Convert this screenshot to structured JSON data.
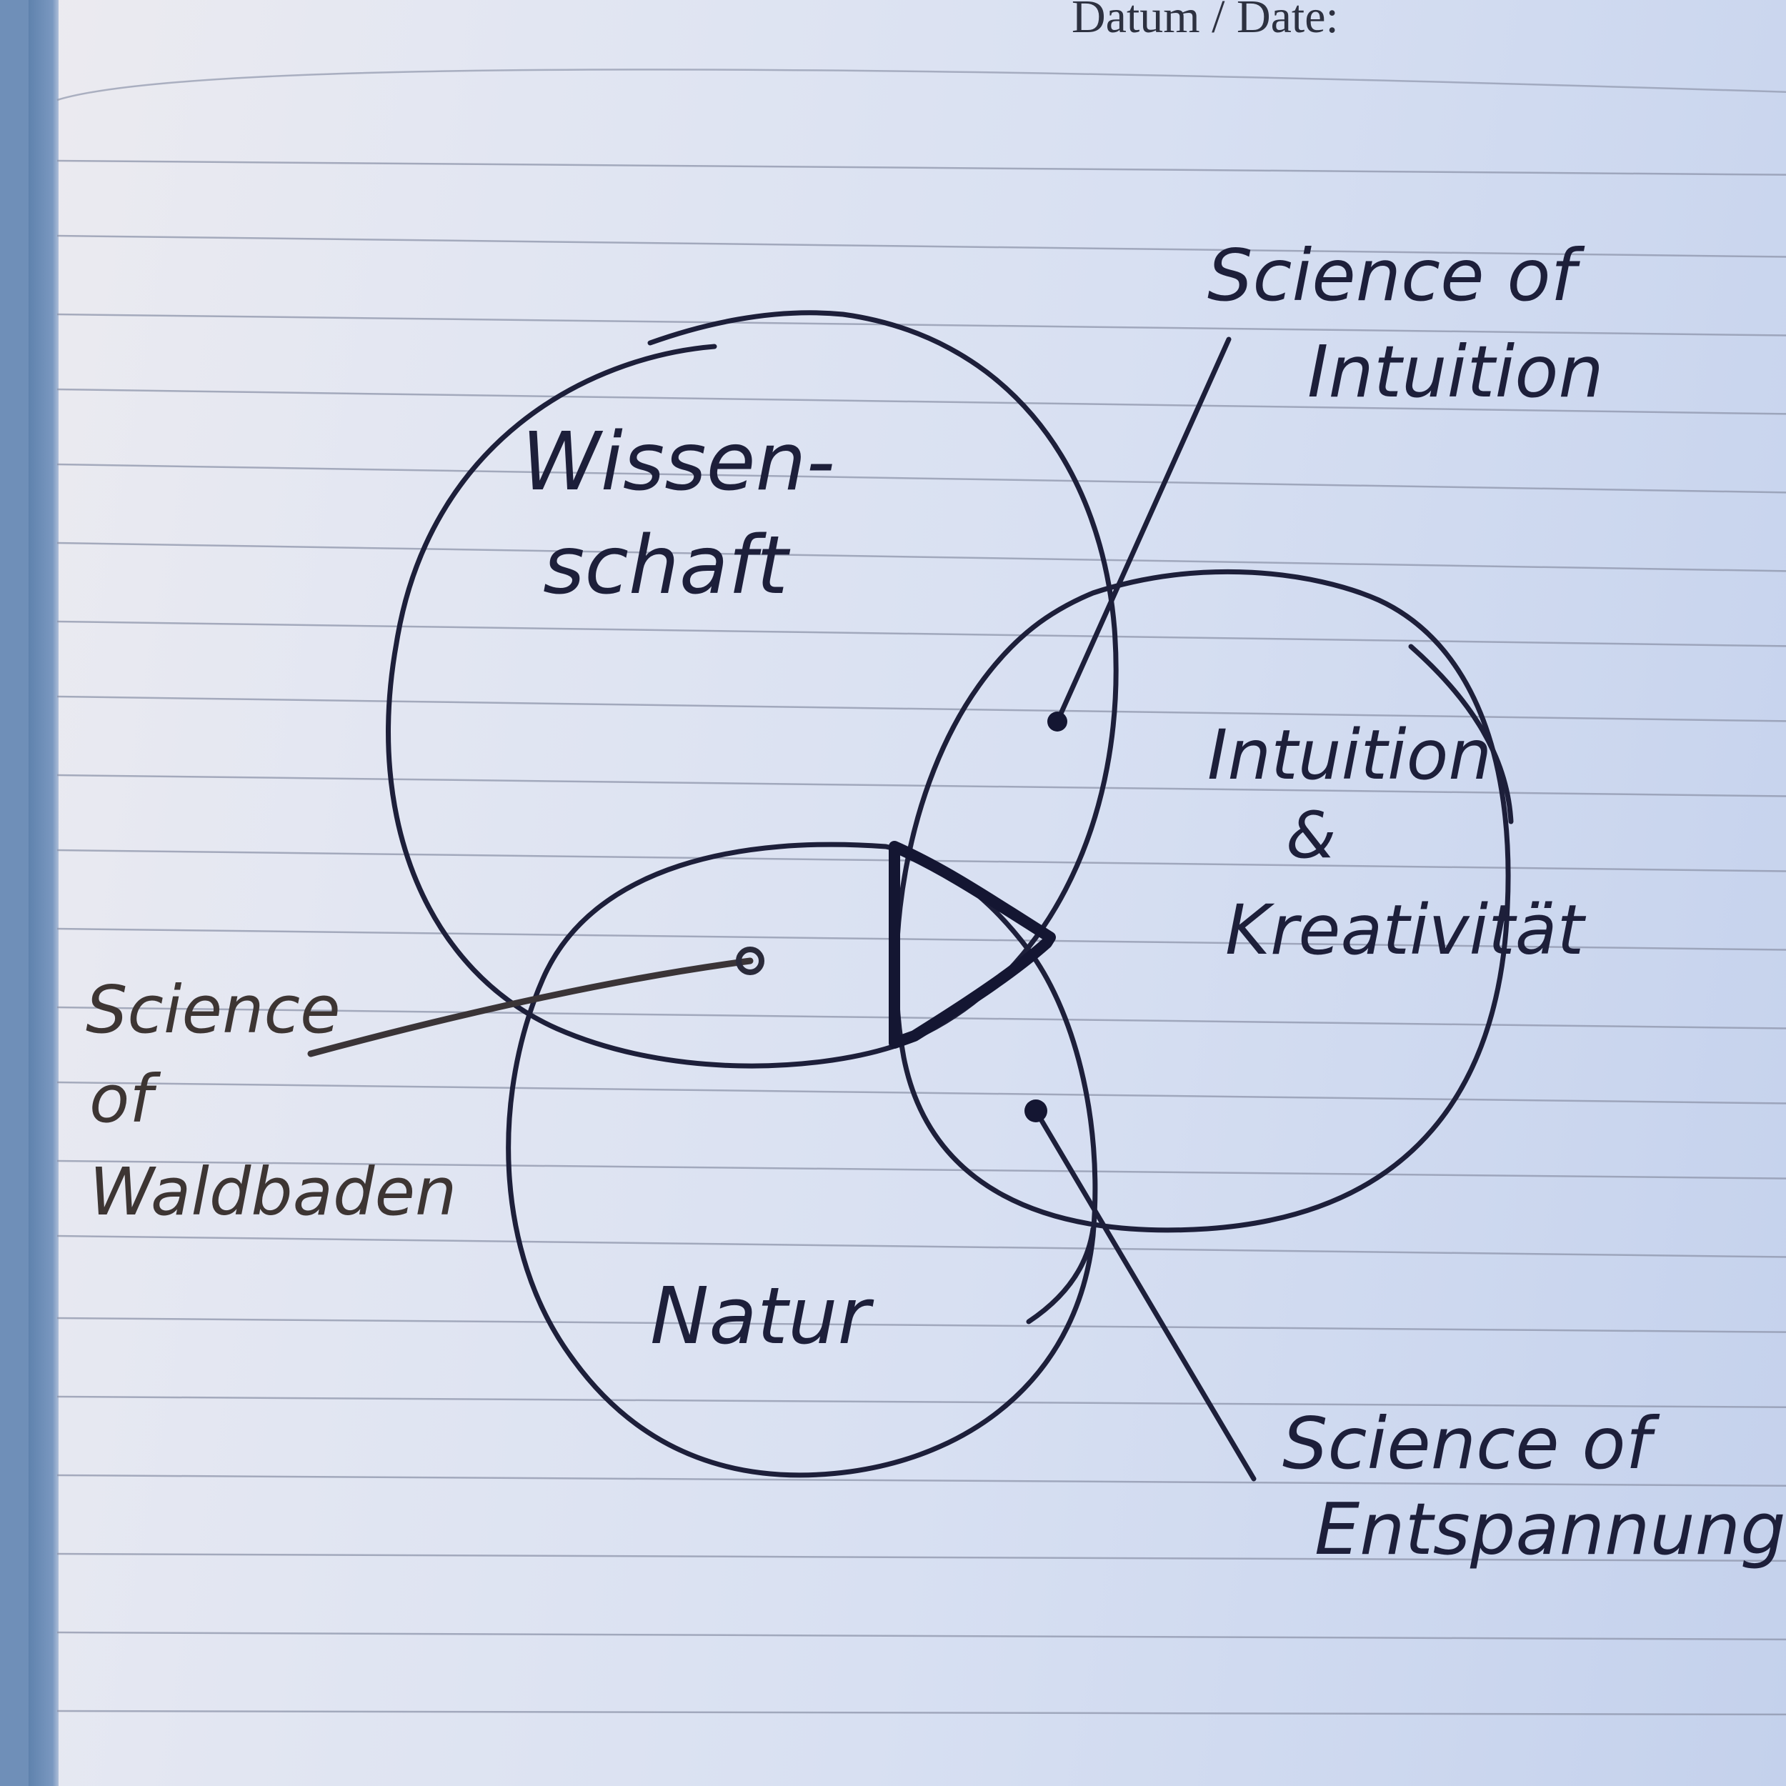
{
  "notebook": {
    "header": {
      "date_label": "Datum / Date:"
    },
    "colors": {
      "paper": "#dfe4f2",
      "ink": "#1d1f3a",
      "ink_brown": "#3d3533",
      "ruled_line": "#8e95ab",
      "cover_edge": "#6f8fb8"
    }
  },
  "diagram": {
    "type": "venn",
    "circles": [
      {
        "id": "wissenschaft",
        "label_line1": "Wissen-",
        "label_line2": "schaft"
      },
      {
        "id": "intuition",
        "label_line1": "Intuition",
        "label_line2": "&",
        "label_line3": "Kreativität"
      },
      {
        "id": "natur",
        "label_line1": "Natur"
      }
    ],
    "callouts": [
      {
        "id": "science-of-intuition",
        "line1": "Science of",
        "line2": "Intuition",
        "points_to": "Wissenschaft ∩ Intuition"
      },
      {
        "id": "science-of-waldbaden",
        "line1": "Science",
        "line2": "of",
        "line3": "Waldbaden",
        "points_to": "Wissenschaft ∩ Natur"
      },
      {
        "id": "science-of-entspannung",
        "line1": "Science of",
        "line2": "Entspannung",
        "points_to": "Intuition ∩ Natur"
      }
    ],
    "center_marker": "bold triangle at triple intersection"
  }
}
